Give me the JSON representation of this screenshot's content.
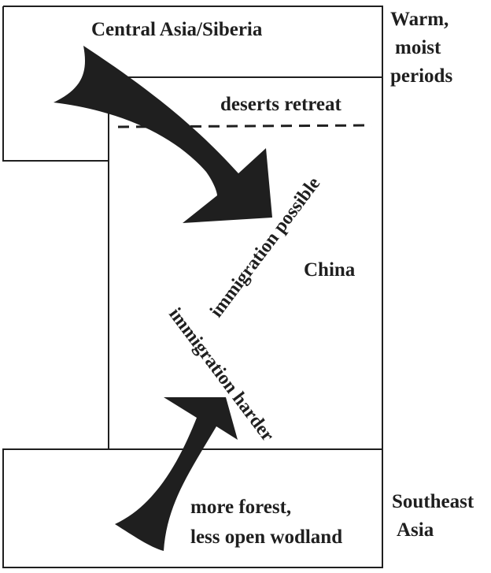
{
  "diagram": {
    "regions": {
      "north": "Central Asia/Siberia",
      "center": "China",
      "south_line1": "Southeast",
      "south_line2": "Asia"
    },
    "climate_label": {
      "line1": "Warm,",
      "line2": "moist",
      "line3": "periods"
    },
    "annotations": {
      "deserts": "deserts retreat",
      "north_route": "immigration possible",
      "south_route": "immigration harder",
      "forest_line1": "more forest,",
      "forest_line2": "less open wodland"
    },
    "colors": {
      "ink": "#1f1f1f",
      "background": "#ffffff"
    }
  }
}
